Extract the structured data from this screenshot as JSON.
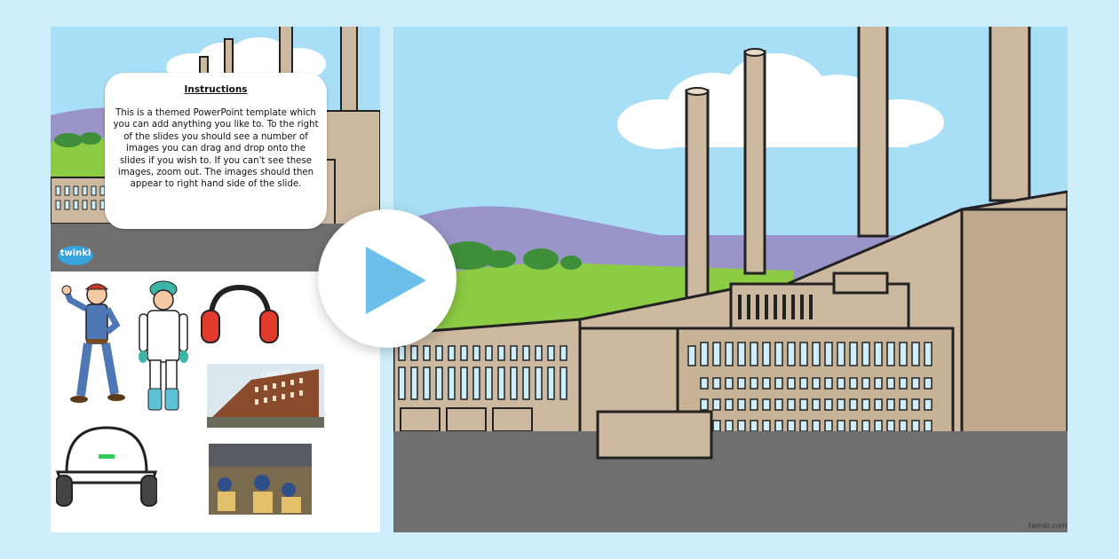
{
  "instructions": {
    "title": "Instructions",
    "body": "This is a themed PowerPoint template which you can add anything you like to. To the right of the slides you should see a number of images you can drag and drop onto the slides if you wish to. If you can't see these images, zoom out. The images should then appear to right hand side of the slide."
  },
  "logo": {
    "text": "twinkl"
  },
  "watermark": "twinkl.com",
  "clipart": {
    "items": [
      "female-factory-worker-icon",
      "lab-worker-icon",
      "ear-defenders-icon",
      "cadbury-factory-photo",
      "hard-hat-icon",
      "factory-workers-photo"
    ],
    "factory_sign": "CADBURY"
  },
  "play_button": {
    "icon": "play-icon",
    "color": "#6cbfe8"
  },
  "colors": {
    "page_bg": "#cdeefa",
    "sky": "#a9dff6",
    "building": "#cdb9a0",
    "ground": "#6f6f6f",
    "hills": "#9a94c8",
    "grass": "#8ccb44"
  }
}
